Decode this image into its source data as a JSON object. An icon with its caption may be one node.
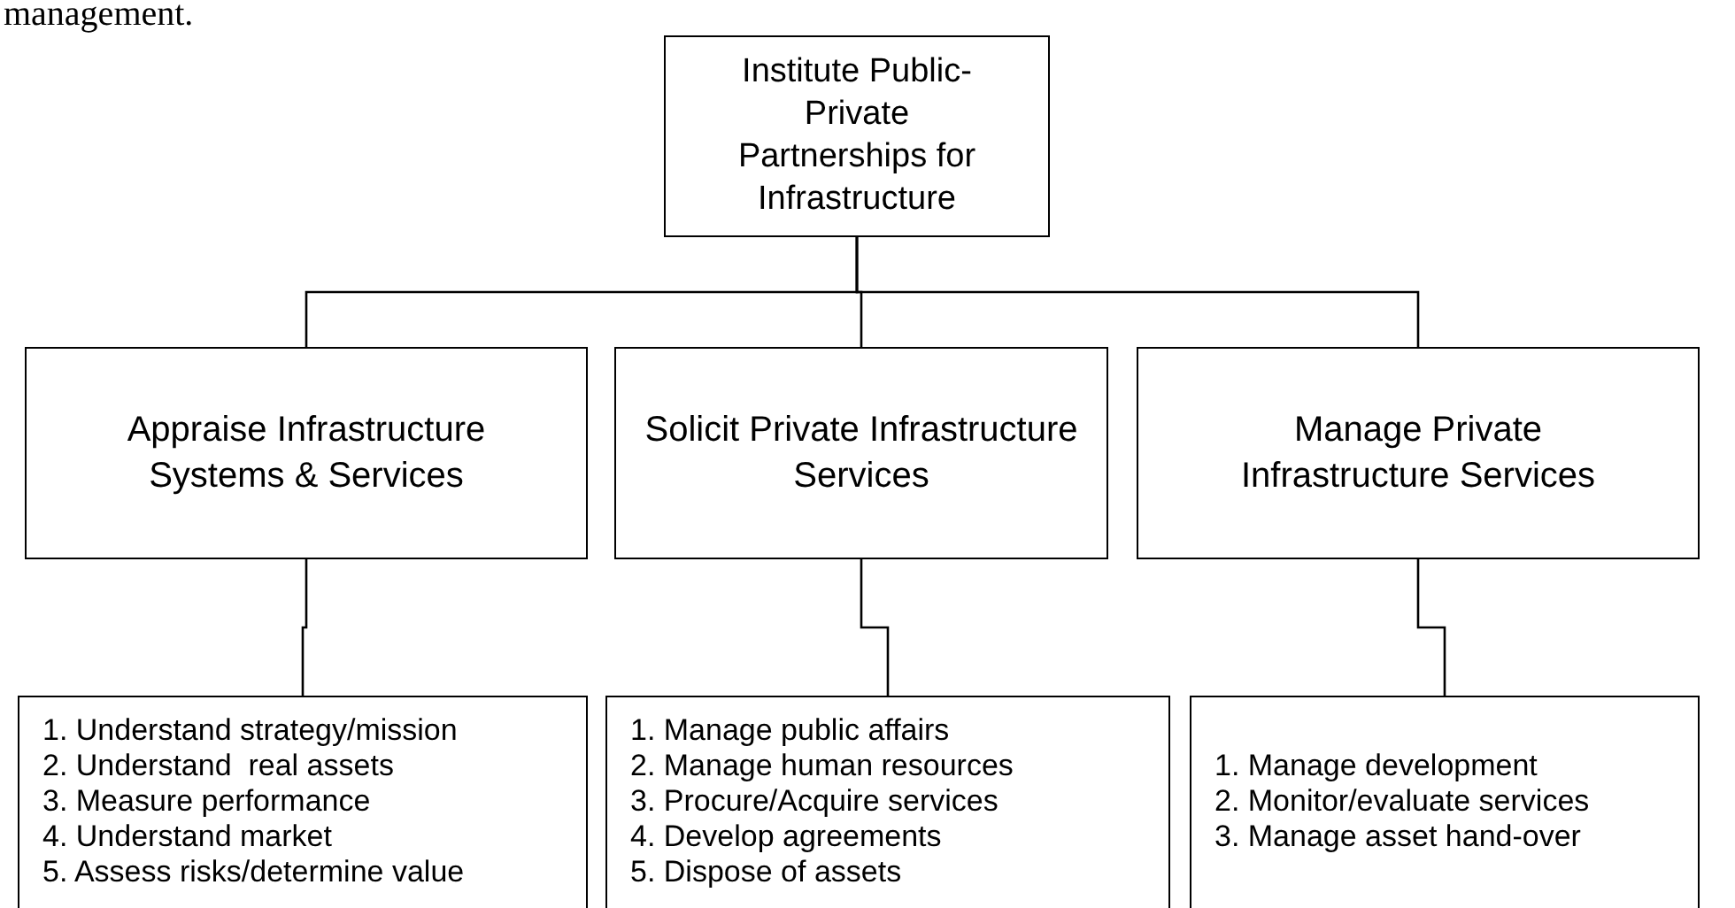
{
  "diagram": {
    "nodes": [
      {
        "text": [
          "Institute Public-Private Partnerships for Infrastructure"
        ]
      },
      {
        "text": [
          "Appraise Infrastructure Systems & Services"
        ]
      },
      {
        "text": [
          "Solicit Private Infrastructure Services"
        ]
      },
      {
        "text": [
          "Manage Private Infrastructure Services"
        ]
      },
      {
        "text": [
          "1. Understand strategy/mission",
          "2. Understand  real assets",
          "3. Measure performance",
          "4. Understand market",
          "5. Assess risks/determine value"
        ]
      },
      {
        "text": [
          "1. Manage public affairs",
          "2. Manage human resources",
          "3. Procure/Acquire services",
          "4. Develop agreements",
          "5. Dispose of assets"
        ]
      },
      {
        "text": [
          "1. Manage development",
          "2. Monitor/evaluate services",
          "3. Manage asset hand-over"
        ]
      }
    ],
    "edges": [
      {
        "from": 0,
        "to": 1,
        "arrow": "none"
      },
      {
        "from": 0,
        "to": 2,
        "arrow": "none"
      },
      {
        "from": 0,
        "to": 3,
        "arrow": "none"
      },
      {
        "from": 1,
        "to": 4,
        "arrow": "none"
      },
      {
        "from": 2,
        "to": 5,
        "arrow": "none"
      },
      {
        "from": 3,
        "to": 6,
        "arrow": "none"
      }
    ],
    "labels": [
      "management."
    ]
  }
}
